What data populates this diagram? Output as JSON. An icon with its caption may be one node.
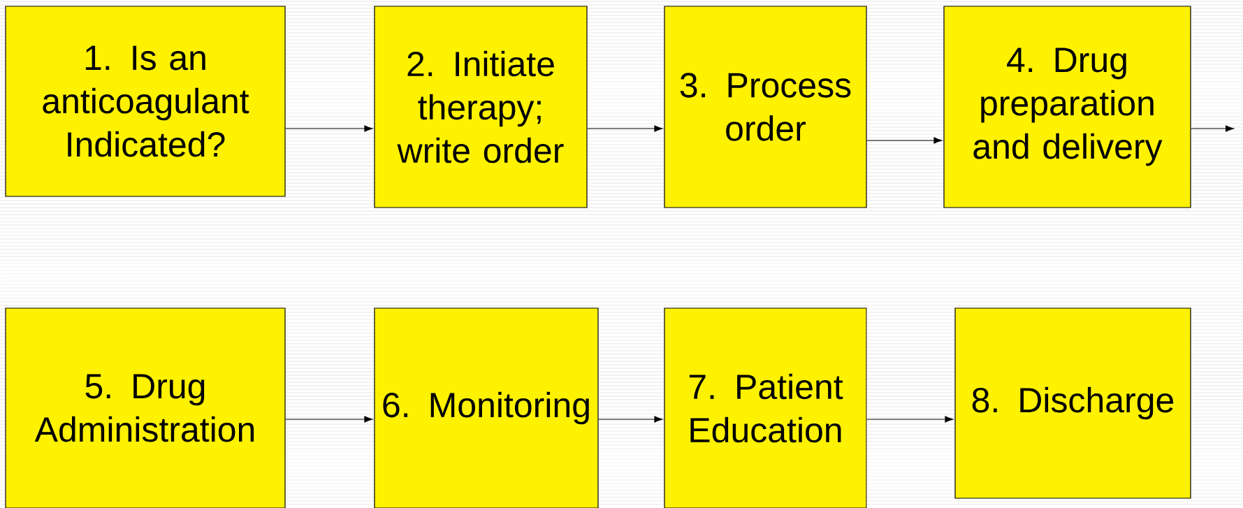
{
  "diagram": {
    "nodes": [
      {
        "text": [
          "1. Is an anticoagulant Indicated?"
        ]
      },
      {
        "text": [
          "2. Initiate therapy; write order"
        ]
      },
      {
        "text": [
          "3. Process order"
        ]
      },
      {
        "text": [
          "4. Drug preparation and delivery"
        ]
      },
      {
        "text": [
          "5. Drug Administration"
        ]
      },
      {
        "text": [
          "6. Monitoring"
        ]
      },
      {
        "text": [
          "7. Patient Education"
        ]
      },
      {
        "text": [
          "8. Discharge"
        ]
      }
    ],
    "edges": [
      {
        "from": 0,
        "to": 1,
        "arrow": "to"
      },
      {
        "from": 1,
        "to": 2,
        "arrow": "to"
      },
      {
        "from": 2,
        "to": 3,
        "arrow": "to"
      },
      {
        "from": 3,
        "to": null,
        "arrow": "to"
      },
      {
        "from": 4,
        "to": 5,
        "arrow": "to"
      },
      {
        "from": 5,
        "to": 6,
        "arrow": "to"
      },
      {
        "from": 6,
        "to": 7,
        "arrow": "to"
      }
    ]
  }
}
